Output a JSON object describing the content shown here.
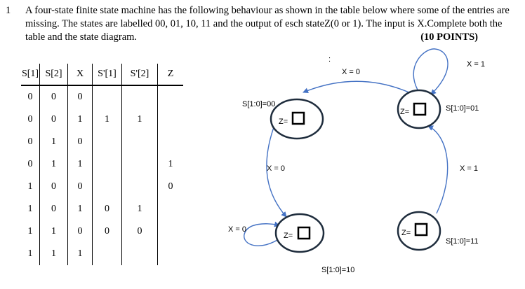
{
  "question": {
    "number": "1",
    "text": "A four-state finite state machine has the following behaviour as shown in the table below where some of the entries are missing. The states are labelled 00, 01, 10, 11 and the output of esch stateZ(0 or 1). The input is X.Complete both the table and the state diagram.",
    "points": "(10 POINTS)"
  },
  "table": {
    "headers": [
      "S[1]",
      "S[2]",
      "X",
      "S'[1]",
      "S'[2]",
      "Z"
    ],
    "rows": [
      [
        "0",
        "0",
        "0",
        "",
        "",
        ""
      ],
      [
        "0",
        "0",
        "1",
        "1",
        "1",
        ""
      ],
      [
        "0",
        "1",
        "0",
        "",
        "",
        ""
      ],
      [
        "0",
        "1",
        "1",
        "",
        "",
        "1"
      ],
      [
        "1",
        "0",
        "0",
        "",
        "",
        "0"
      ],
      [
        "1",
        "0",
        "1",
        "0",
        "1",
        ""
      ],
      [
        "1",
        "1",
        "0",
        "0",
        "0",
        ""
      ],
      [
        "1",
        "1",
        "1",
        "",
        "",
        ""
      ]
    ]
  },
  "diagram": {
    "dot": ":",
    "state_labels": [
      "S[1:0]=00",
      "S[1:0]=01",
      "S[1:0]=11",
      "S[1:0]=10"
    ],
    "output_label": "Z=",
    "transitions": [
      "X = 0",
      "X = 1",
      "X = 0",
      "X = 1",
      "X = 0"
    ],
    "colors": {
      "arrow": "#4472c4",
      "circle": "#1f2d3d"
    }
  }
}
